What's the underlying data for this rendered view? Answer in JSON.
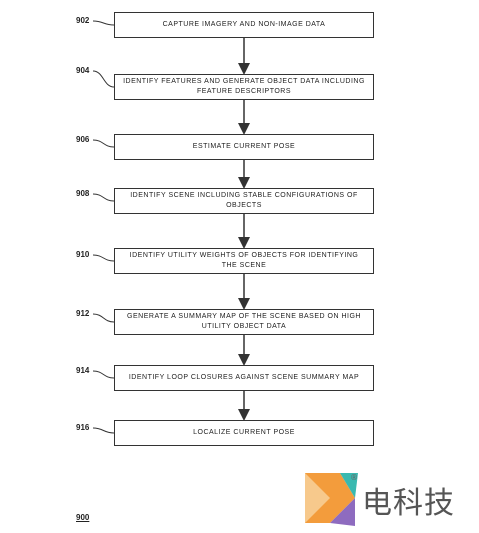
{
  "diagram": {
    "steps": [
      {
        "ref": "902",
        "label": "CAPTURE IMAGERY AND NON-IMAGE DATA"
      },
      {
        "ref": "904",
        "label": "IDENTIFY FEATURES AND GENERATE OBJECT DATA INCLUDING FEATURE DESCRIPTORS"
      },
      {
        "ref": "906",
        "label": "ESTIMATE CURRENT POSE"
      },
      {
        "ref": "908",
        "label": "IDENTIFY SCENE INCLUDING STABLE CONFIGURATIONS OF OBJECTS"
      },
      {
        "ref": "910",
        "label": "IDENTIFY UTILITY WEIGHTS OF OBJECTS FOR IDENTIFYING THE SCENE"
      },
      {
        "ref": "912",
        "label": "GENERATE A SUMMARY MAP OF THE SCENE BASED ON HIGH UTILITY OBJECT DATA"
      },
      {
        "ref": "914",
        "label": "IDENTIFY LOOP CLOSURES AGAINST SCENE SUMMARY MAP"
      },
      {
        "ref": "916",
        "label": "LOCALIZE CURRENT POSE"
      }
    ],
    "figure_ref": "900"
  },
  "watermark": {
    "text": "电科技",
    "registered_mark": "®"
  },
  "colors": {
    "box_border": "#333333",
    "watermark_orange": "#f39c3c",
    "watermark_purple": "#8e6bbf",
    "watermark_teal": "#39b9b0"
  }
}
